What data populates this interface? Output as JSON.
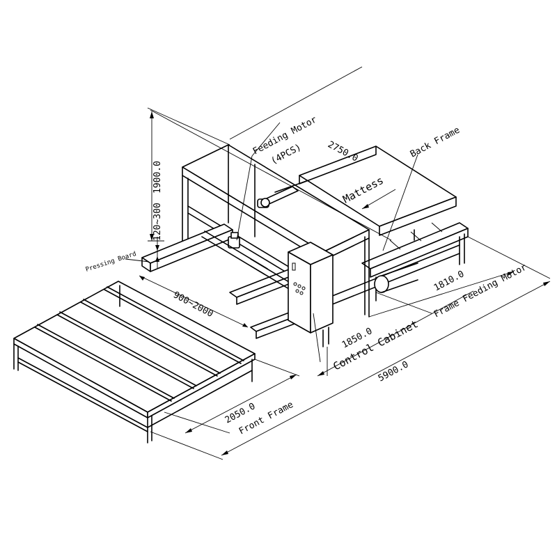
{
  "labels": {
    "feeding_motor": "Feeding Motor",
    "feeding_motor_qty": "(4PCS)",
    "back_frame": "Back Frame",
    "mattess": "Mattess",
    "pressing_board": "Pressing Board",
    "control_cabinet": "Control Cabinet",
    "frame_feeding_motor": "Frame Feeding Motor",
    "front_frame": "Front Frame"
  },
  "dimensions": {
    "height": "1900.0",
    "press_range": "120~300",
    "top_length": "2750.0",
    "feed_range": "900~2000",
    "back_width": "1810.0",
    "middle": "1850.0",
    "total_length": "5900.0",
    "front_width": "2050.0"
  }
}
